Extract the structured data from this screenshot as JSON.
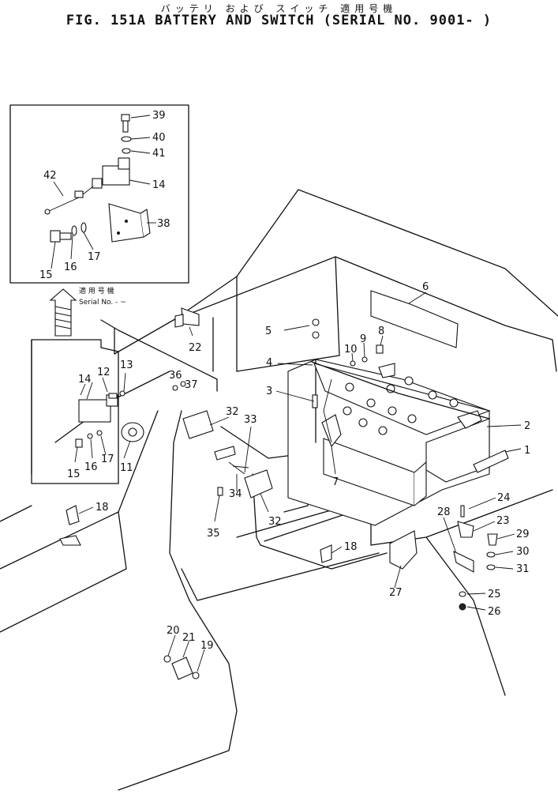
{
  "header": {
    "title_jp": "バッテリ および スイッチ 適用号機",
    "title_en": "FIG. 151A  BATTERY  AND  SWITCH  (SERIAL  NO. 9001- )"
  },
  "inset": {
    "serial_label_jp": "適 用 号 機",
    "serial_label_en": "Serial No. - ~"
  },
  "callouts": [
    "1",
    "2",
    "3",
    "4",
    "5",
    "6",
    "7",
    "8",
    "9",
    "10",
    "11",
    "12",
    "13",
    "14",
    "15",
    "16",
    "17",
    "18",
    "19",
    "20",
    "21",
    "22",
    "23",
    "24",
    "25",
    "26",
    "27",
    "28",
    "29",
    "30",
    "31",
    "32",
    "33",
    "34",
    "35",
    "36",
    "37",
    "38",
    "39",
    "40",
    "41",
    "42"
  ]
}
